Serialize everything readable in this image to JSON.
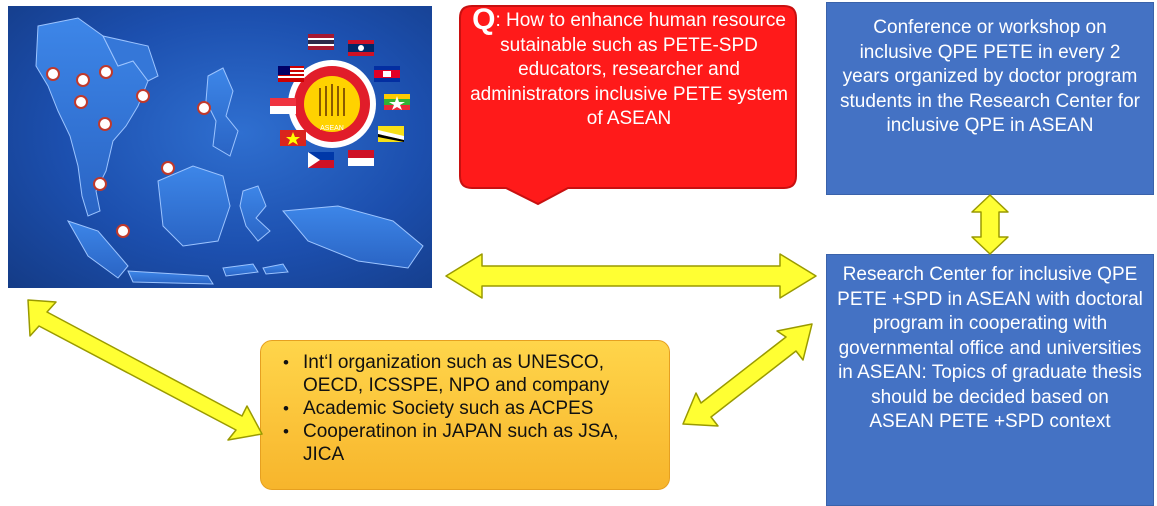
{
  "question": {
    "letter": "Q",
    "text": ": How to enhance human resource sutainable such as PETE-SPD educators, researcher and administrators inclusive PETE system of ASEAN"
  },
  "box_top": {
    "text": "Conference or workshop on inclusive QPE PETE in every 2 years organized by doctor program  students in the Research Center for inclusive QPE in ASEAN"
  },
  "box_bottom": {
    "text": "Research Center for  inclusive QPE PETE +SPD in ASEAN with doctoral program in cooperating with governmental office and universities in ASEAN: Topics of graduate thesis should be decided based on ASEAN PETE +SPD context"
  },
  "organizations": {
    "items": [
      "Int‘l organization such as UNESCO, OECD, ICSSPE, NPO and company",
      "Academic Society such as ACPES",
      "Cooperatinon in JAPAN such as JSA, JICA"
    ]
  },
  "map": {
    "emblem_label": "ASEAN"
  },
  "colors": {
    "callout_red": "#ff1a1a",
    "box_blue": "#4472c4",
    "arrow_yellow": "#ffff33",
    "orange_top": "#ffd54a",
    "orange_bottom": "#f7b52c"
  }
}
